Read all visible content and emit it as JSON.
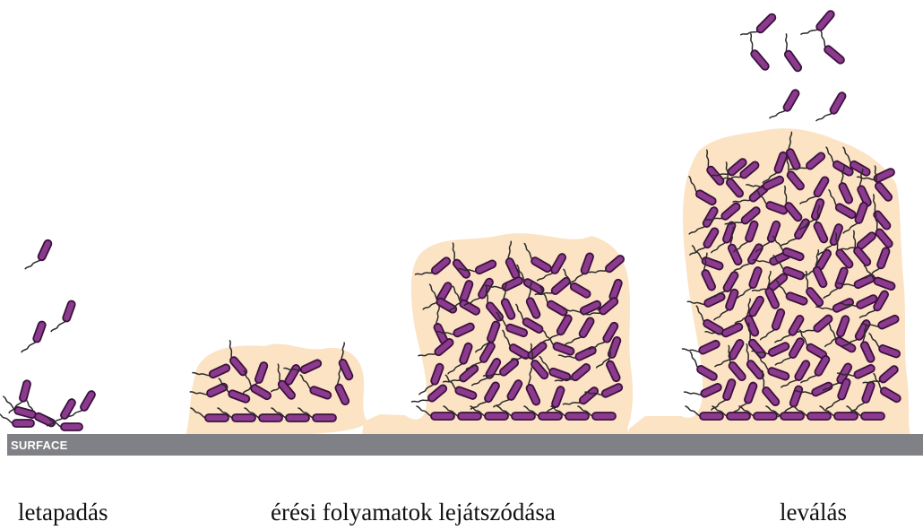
{
  "surface": {
    "label": "SURFACE",
    "color": "#808087",
    "text_color": "#ffffff"
  },
  "colors": {
    "matrix": "#fbe3c4",
    "bacterium_fill": "#8c3a8e",
    "bacterium_stroke": "#3b123e",
    "flagellum": "#2a2a2a"
  },
  "stages": [
    {
      "id": "attach",
      "label": "letapadás"
    },
    {
      "id": "mature",
      "label": "érési folyamatok lejátszódása"
    },
    {
      "id": "detach",
      "label": "leválás"
    }
  ]
}
